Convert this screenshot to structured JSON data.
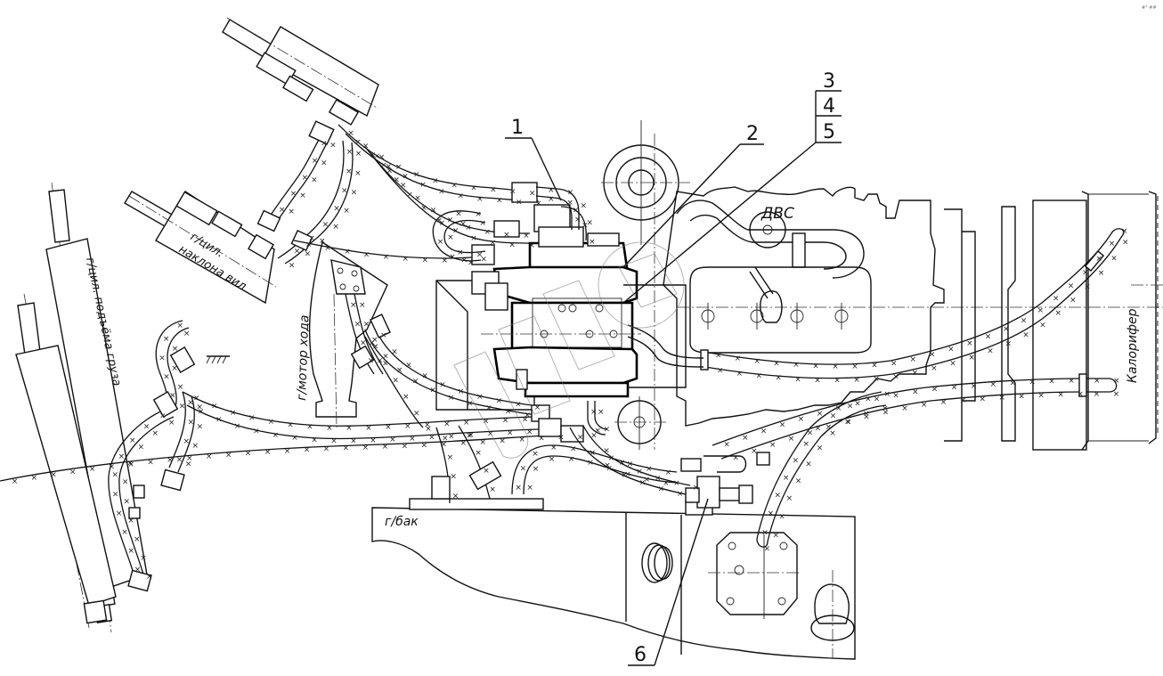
{
  "drawing": {
    "title": "Hydraulic system layout",
    "scan_mark": "#° ##",
    "watermark": "UMC",
    "callouts": [
      {
        "id": "1",
        "text": "1"
      },
      {
        "id": "2",
        "text": "2"
      },
      {
        "id": "3",
        "text": "3"
      },
      {
        "id": "4",
        "text": "4"
      },
      {
        "id": "5",
        "text": "5"
      },
      {
        "id": "6",
        "text": "6"
      }
    ],
    "labels": {
      "tilt_cylinder": "г/цил. наклона вил",
      "tilt_cylinder_line1": "г/цил.",
      "tilt_cylinder_line2": "наклона вил",
      "lift_cylinder": "г/цил. подъёма груза",
      "travel_motor": "г/мотор хода",
      "engine": "ДВС",
      "heater": "Калорифер",
      "tank": "г/бак"
    },
    "hose_marker": "×"
  }
}
